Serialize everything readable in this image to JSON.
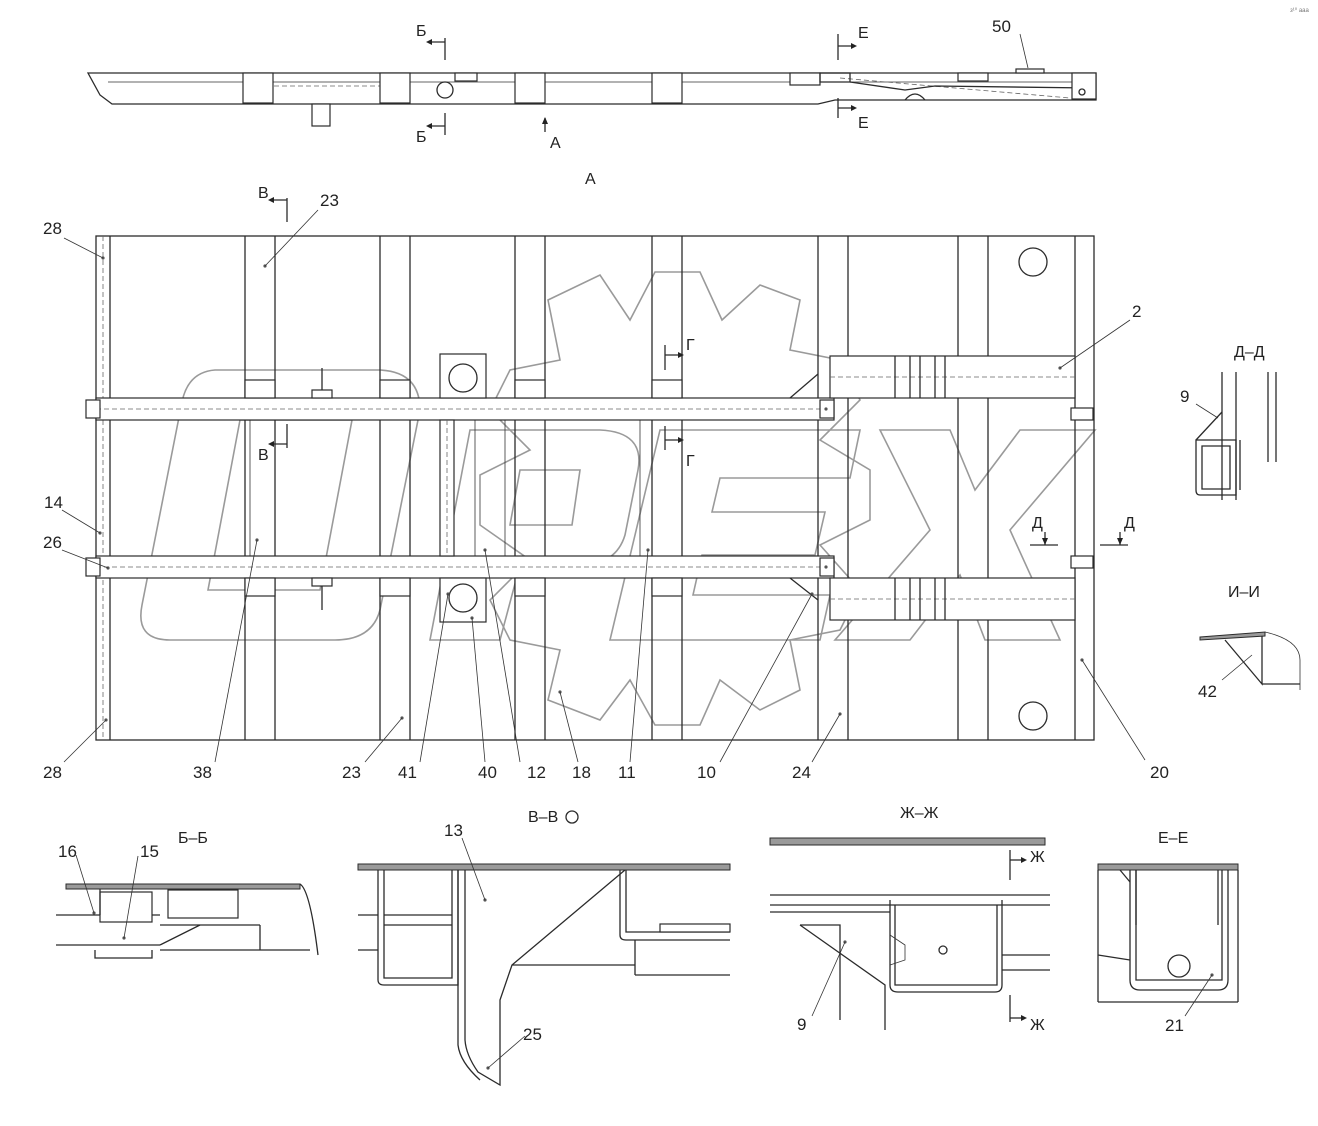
{
  "corner_mark": "з¹⁰ ааа",
  "view_title": "А",
  "side_view": {
    "cut_b_top": "Б",
    "cut_b_bottom": "Б",
    "cut_e_top": "Е",
    "cut_e_bottom": "Е",
    "view_arrow": "А",
    "callout_50": "50"
  },
  "plan_view": {
    "cut_v_top": "В",
    "cut_v_bottom": "В",
    "cut_g_top": "Г",
    "cut_g_bottom": "Г",
    "cut_d_left": "Д",
    "cut_d_right": "Д",
    "callouts": {
      "c28_top": "28",
      "c23_top": "23",
      "c2": "2",
      "c14": "14",
      "c26": "26",
      "c28_bottom": "28",
      "c38": "38",
      "c23_bottom": "23",
      "c41": "41",
      "c40": "40",
      "c12": "12",
      "c18": "18",
      "c11": "11",
      "c10": "10",
      "c24": "24",
      "c20": "20"
    }
  },
  "section_dd": {
    "title": "Д–Д",
    "callout_9": "9"
  },
  "section_ii": {
    "title": "И–И",
    "callout_42": "42"
  },
  "section_bb": {
    "title": "Б–Б",
    "callout_16": "16",
    "callout_15": "15"
  },
  "section_vv": {
    "title": "В–В",
    "callout_13": "13",
    "callout_25": "25"
  },
  "section_zhzh": {
    "title": "Ж–Ж",
    "cut_top": "Ж",
    "cut_bottom": "Ж",
    "callout_9": "9"
  },
  "section_ee": {
    "title": "Е–Е",
    "callout_21": "21"
  },
  "watermark": {
    "text": "OPEX",
    "logo": "gear-logo"
  }
}
